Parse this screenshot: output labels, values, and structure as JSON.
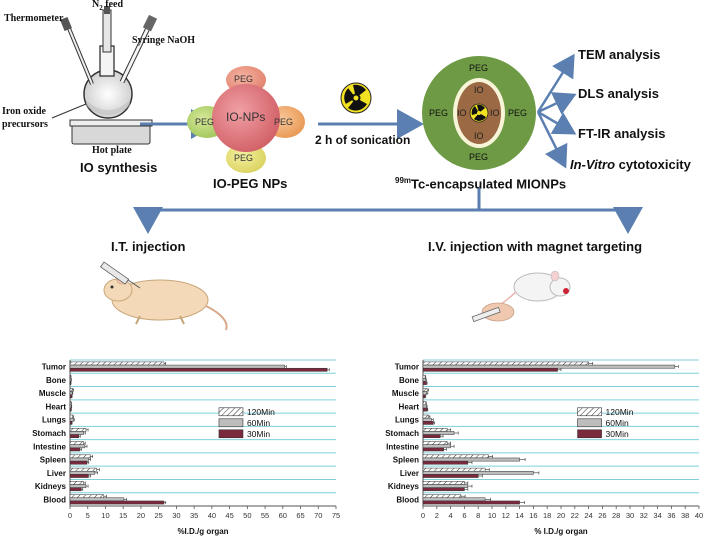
{
  "synthesis": {
    "thermometer_label": "Thermometer",
    "n2_label_main": "N",
    "n2_label_sub": "2",
    "n2_label_rest": " feed",
    "syringe_label": "Syringe  NaOH",
    "precursor_label_1": "Iron oxide",
    "precursor_label_2": "precursors",
    "hotplate_label": "Hot plate",
    "caption": "IO synthesis"
  },
  "peg_nps": {
    "core_label": "IO-NPs",
    "peg_label": "PEG",
    "caption": "IO-PEG NPs"
  },
  "process": {
    "arrow_label": "2 h of sonication"
  },
  "mionp": {
    "peg_label": "PEG",
    "io_label": "IO",
    "caption_sup": "99m",
    "caption_rest": "Tc-encapsulated  MIONPs"
  },
  "analyses": [
    {
      "label": "TEM analysis",
      "italic": false
    },
    {
      "label": "DLS analysis",
      "italic": false
    },
    {
      "label": "FT-IR analysis",
      "italic": false
    },
    {
      "label": "In-Vitro",
      "italic": true,
      "suffix": " cytotoxicity"
    }
  ],
  "injections": {
    "it_label": "I.T. injection",
    "iv_label": "I.V. injection with magnet targeting"
  },
  "colors": {
    "arrow": "#5b7fb0",
    "peg_outer": "#6e9a45",
    "io_inner": "#9b6a45",
    "bar_30": "#7a2a3c",
    "bar_60": "#bdbdbd",
    "bar_120": "#ffffff",
    "grid": "#7fd0dc"
  },
  "chart_data": [
    {
      "type": "bar",
      "orientation": "horizontal",
      "categories": [
        "Tumor",
        "Bone",
        "Muscle",
        "Heart",
        "Lungs",
        "Stomach",
        "Intestine",
        "Spleen",
        "Liver",
        "Kidneys",
        "Blood"
      ],
      "series": [
        {
          "name": "120Min",
          "values": [
            26.5,
            0.2,
            0.8,
            0.3,
            0.8,
            4.5,
            3.8,
            5.8,
            7.5,
            3.8,
            9.5
          ],
          "errors": [
            0.5,
            0.1,
            0.2,
            0.1,
            0.2,
            0.6,
            0.5,
            0.6,
            0.8,
            0.5,
            0.8
          ]
        },
        {
          "name": "60Min",
          "values": [
            60.5,
            0.3,
            0.6,
            0.4,
            1.0,
            3.8,
            4.2,
            5.2,
            7.0,
            4.5,
            15.2
          ],
          "errors": [
            0.5,
            0.1,
            0.2,
            0.1,
            0.2,
            0.5,
            0.6,
            0.6,
            0.8,
            0.6,
            0.8
          ]
        },
        {
          "name": "30Min",
          "values": [
            72.5,
            0.2,
            0.5,
            0.3,
            0.5,
            2.5,
            2.8,
            4.8,
            5.2,
            3.2,
            26.5
          ],
          "errors": [
            0.6,
            0.1,
            0.1,
            0.1,
            0.1,
            0.4,
            0.4,
            0.5,
            0.6,
            0.4,
            0.5
          ]
        }
      ],
      "xlabel": "%I.D./g organ",
      "xlim": [
        0,
        75
      ],
      "xticks": [
        0,
        5,
        10,
        15,
        20,
        25,
        30,
        35,
        40,
        45,
        50,
        55,
        60,
        65,
        70,
        75
      ],
      "legend_position": "center-right"
    },
    {
      "type": "bar",
      "orientation": "horizontal",
      "categories": [
        "Tumor",
        "Bone",
        "Muscle",
        "Heart",
        "Lungs",
        "Stomach",
        "Intestine",
        "Spleen",
        "Liver",
        "Kidneys",
        "Blood"
      ],
      "series": [
        {
          "name": "120Min",
          "values": [
            24.0,
            0.3,
            0.6,
            0.4,
            0.8,
            3.5,
            3.5,
            9.5,
            9.0,
            6.0,
            5.5
          ],
          "errors": [
            0.6,
            0.1,
            0.2,
            0.1,
            0.2,
            0.5,
            0.5,
            0.6,
            0.6,
            0.5,
            0.6
          ]
        },
        {
          "name": "60Min",
          "values": [
            36.5,
            0.4,
            0.5,
            0.5,
            1.2,
            4.5,
            4.0,
            14.0,
            16.0,
            6.5,
            9.0
          ],
          "errors": [
            0.5,
            0.1,
            0.2,
            0.1,
            0.3,
            0.6,
            0.5,
            0.8,
            0.8,
            0.6,
            0.8
          ]
        },
        {
          "name": "30Min",
          "values": [
            19.5,
            0.5,
            0.3,
            0.6,
            1.5,
            2.5,
            3.0,
            6.5,
            8.0,
            6.0,
            14.0
          ],
          "errors": [
            0.5,
            0.1,
            0.1,
            0.1,
            0.2,
            0.4,
            0.4,
            0.6,
            0.6,
            0.5,
            0.7
          ]
        }
      ],
      "xlabel": "% I.D./g organ",
      "xlim": [
        0,
        40
      ],
      "xticks": [
        0,
        2,
        4,
        6,
        8,
        10,
        12,
        14,
        16,
        18,
        20,
        22,
        24,
        26,
        28,
        30,
        32,
        34,
        36,
        38,
        40
      ],
      "legend_position": "center-right"
    }
  ]
}
